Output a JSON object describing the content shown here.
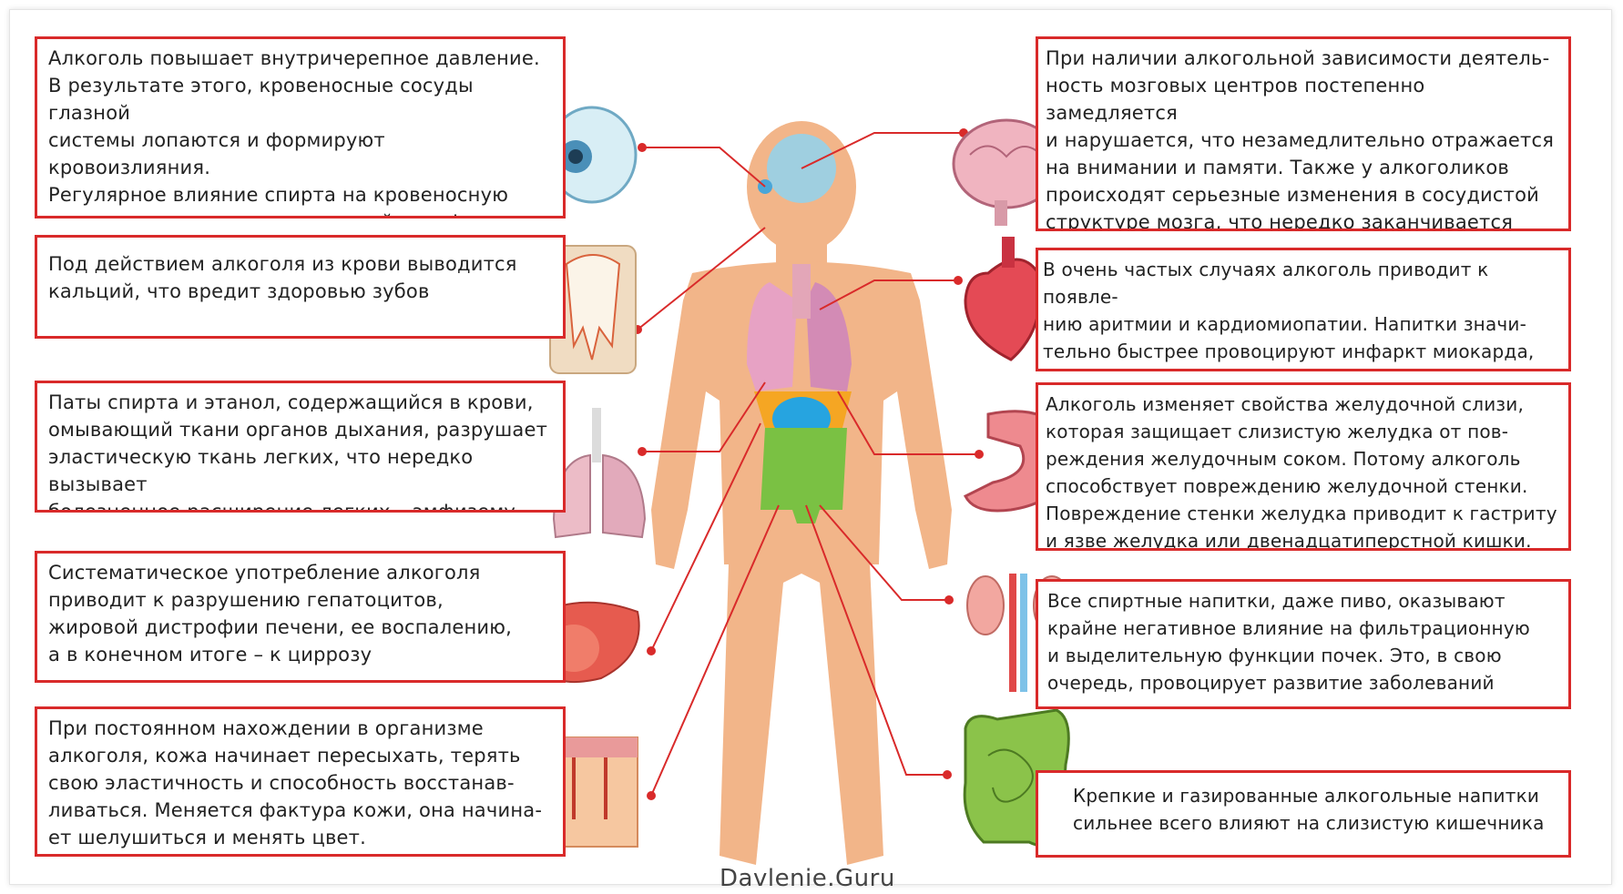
{
  "blocks": {
    "eyes": "Алкоголь повышает внутричерепное давление.\nВ результате этого, кровеносные сосуды глазной\nсистемы лопаются и формируют кровоизлияния.\nРегулярное влияние спирта на кровеносную\nсистему приводит к постепенной атрофии\nглазных мышц и снижению остроты зрения",
    "teeth": "Под действием алкоголя из крови выводится\nкальций, что вредит здоровью зубов",
    "lungs": "Паты спирта и этанол, содержащийся в крови,\nомывающий ткани органов дыхания, разрушает\nэластическую ткань легких, что нередко вызывает\nболезненное расширение легких – эмфизему",
    "liver": "Систематическое употребление алкоголя\nприводит к разрушению гепатоцитов,\nжировой дистрофии печени, ее воспалению,\nа в конечном итоге – к циррозу",
    "skin": "При постоянном нахождении в организме\nалкоголя, кожа начинает пересыхать, терять\nсвою эластичность и способность восстанав-\nливаться. Меняется фактура кожи, она начина-\nет шелушиться и менять цвет.",
    "brain": "При наличии алкогольной зависимости деятель-\nность мозговых центров постепенно замедляется\nи нарушается, что незамедлительно отражается\nна внимании и памяти. Также у алкоголиков\nпроисходят серьезные изменения в сосудистой\nструктуре мозга, что нередко заканчивается пси-\nхическими нарушениями в сознании пьющего",
    "heart": "В очень частых случаях алкоголь приводит к появле-\nнию аритмии и кардиомиопатии. Напитки значи-\nтельно быстрее провоцируют инфаркт миокарда,\nвнезапную смерть",
    "stomach": "Алкоголь изменяет свойства желудочной слизи,\nкоторая защищает слизистую желудка от пов-\nреждения желудочным соком. Потому алкоголь\nспособствует повреждению желудочной стенки.\nПовреждение стенки желудка приводит к гастриту\nи язве желудка или двенадцатиперстной кишки.",
    "kidneys": "Все спиртные напитки, даже пиво, оказывают\nкрайне негативное влияние на фильтрационную\nи выделительную функции почек. Это, в свою\nочередь, провоцирует развитие заболеваний",
    "intestine": "Крепкие и газированные алкогольные напитки\nсильнее всего влияют на слизистую кишечника"
  },
  "watermark": "Davlenie.Guru",
  "colors": {
    "border": "#d92a2a",
    "line": "#d92a2a",
    "body": "#f2b589",
    "lung": "#e7a2c4",
    "liver": "#f5a623",
    "intestine": "#7ac143",
    "stomach_organs": "#26a4e0"
  },
  "icons": [
    "eye-icon",
    "tooth-icon",
    "lungs-icon",
    "liver-icon",
    "skin-icon",
    "brain-icon",
    "heart-icon",
    "stomach-icon",
    "kidneys-icon",
    "intestine-icon"
  ]
}
